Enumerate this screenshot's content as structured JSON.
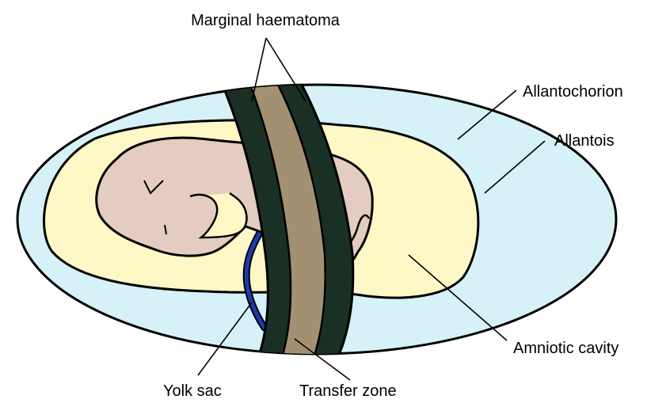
{
  "labels": {
    "marginal_haematoma": "Marginal haematoma",
    "allantochorion": "Allantochorion",
    "allantois": "Allantois",
    "amniotic_cavity": "Amniotic cavity",
    "yolk_sac": "Yolk sac",
    "transfer_zone": "Transfer zone"
  },
  "colors": {
    "allantois_fill": "#d6f1f8",
    "amniotic_fill": "#fdf8c6",
    "embryo_fill": "#e4cdc0",
    "haematoma_band": "#1b3024",
    "transfer_zone_band": "#a39073",
    "yolk_sac_vessel": "#1b3ab4",
    "outline": "#000000"
  }
}
